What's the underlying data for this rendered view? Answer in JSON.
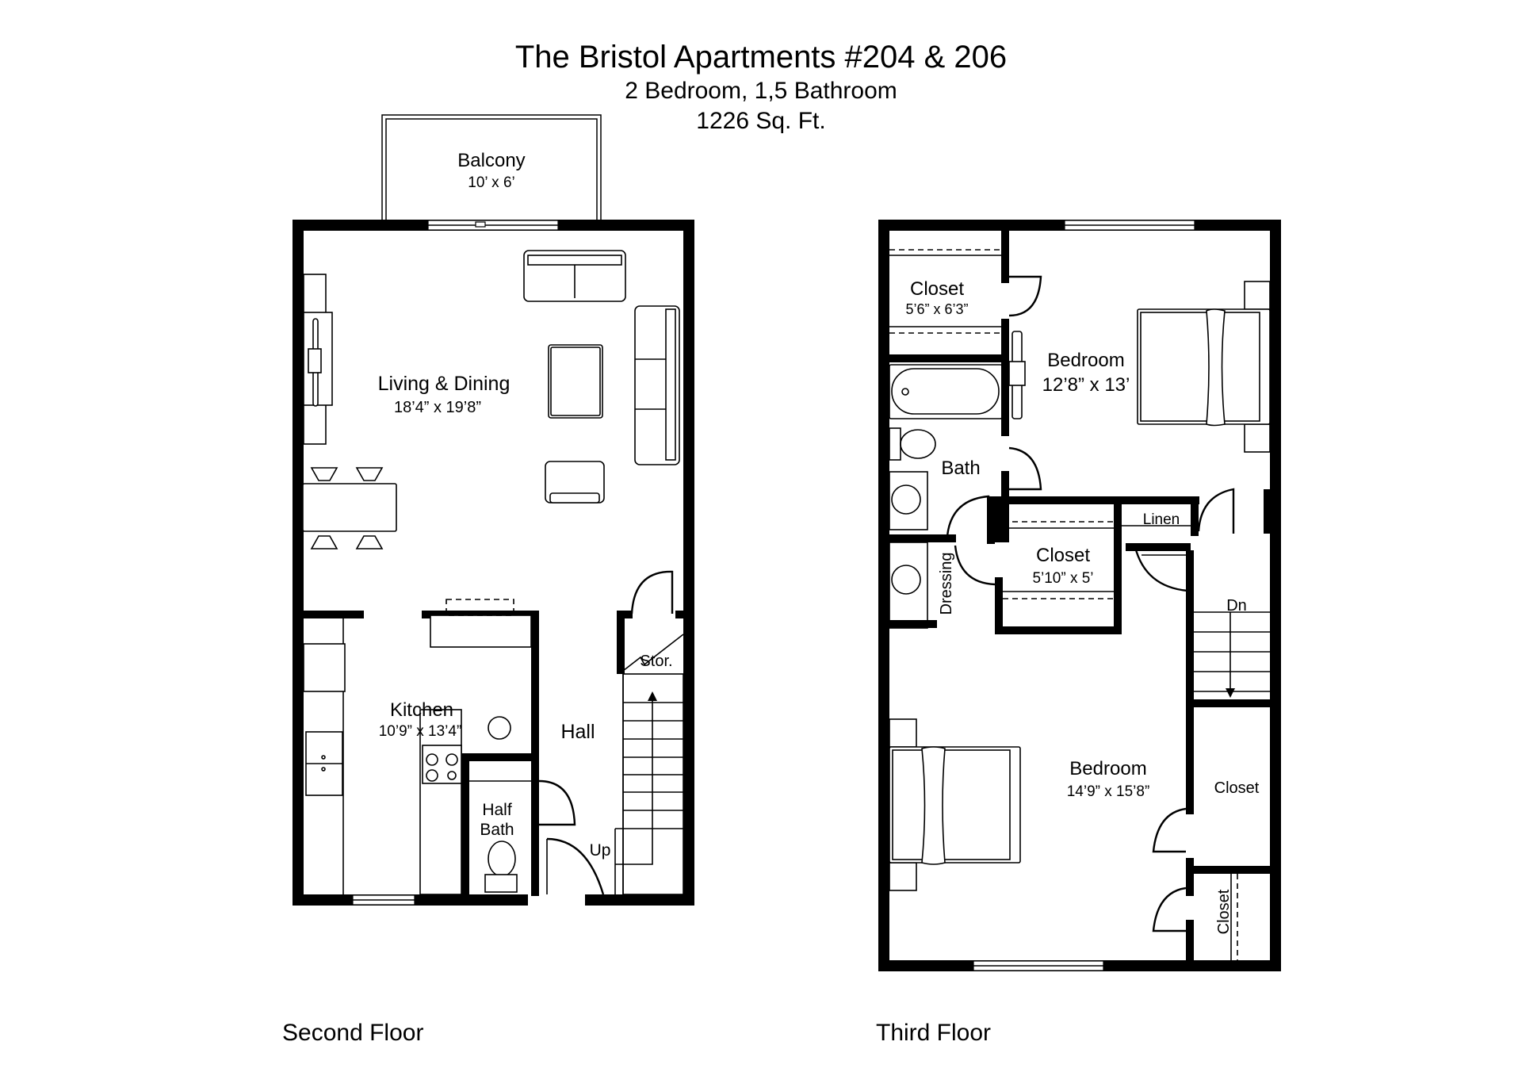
{
  "header": {
    "title": "The Bristol Apartments #204 & 206",
    "subtitle": "2 Bedroom, 1,5 Bathroom",
    "area": "1226 Sq. Ft."
  },
  "floors": {
    "second": {
      "label": "Second Floor",
      "rooms": {
        "balcony": {
          "name": "Balcony",
          "size": "10’ x 6’"
        },
        "living": {
          "name": "Living & Dining",
          "size": "18’4” x 19’8”"
        },
        "kitchen": {
          "name": "Kitchen",
          "size": "10’9” x 13’4”"
        },
        "hall": {
          "name": "Hall"
        },
        "storage": {
          "name": "Stor."
        },
        "half_bath_1": {
          "name": "Half"
        },
        "half_bath_2": {
          "name": "Bath"
        },
        "stairs": {
          "name": "Up"
        }
      }
    },
    "third": {
      "label": "Third Floor",
      "rooms": {
        "closet_top": {
          "name": "Closet",
          "size": "5’6” x 6’3”"
        },
        "bedroom_top": {
          "name": "Bedroom",
          "size": "12’8” x 13’"
        },
        "bath": {
          "name": "Bath"
        },
        "linen": {
          "name": "Linen"
        },
        "closet_mid": {
          "name": "Closet",
          "size": "5’10” x 5’"
        },
        "dressing": {
          "name": "Dressing"
        },
        "stairs": {
          "name": "Dn"
        },
        "bedroom_bottom": {
          "name": "Bedroom",
          "size": "14’9” x 15’8”"
        },
        "closet_right": {
          "name": "Closet"
        },
        "closet_small": {
          "name": "Closet"
        }
      }
    }
  },
  "colors": {
    "wall": "#000000",
    "background": "#ffffff"
  }
}
